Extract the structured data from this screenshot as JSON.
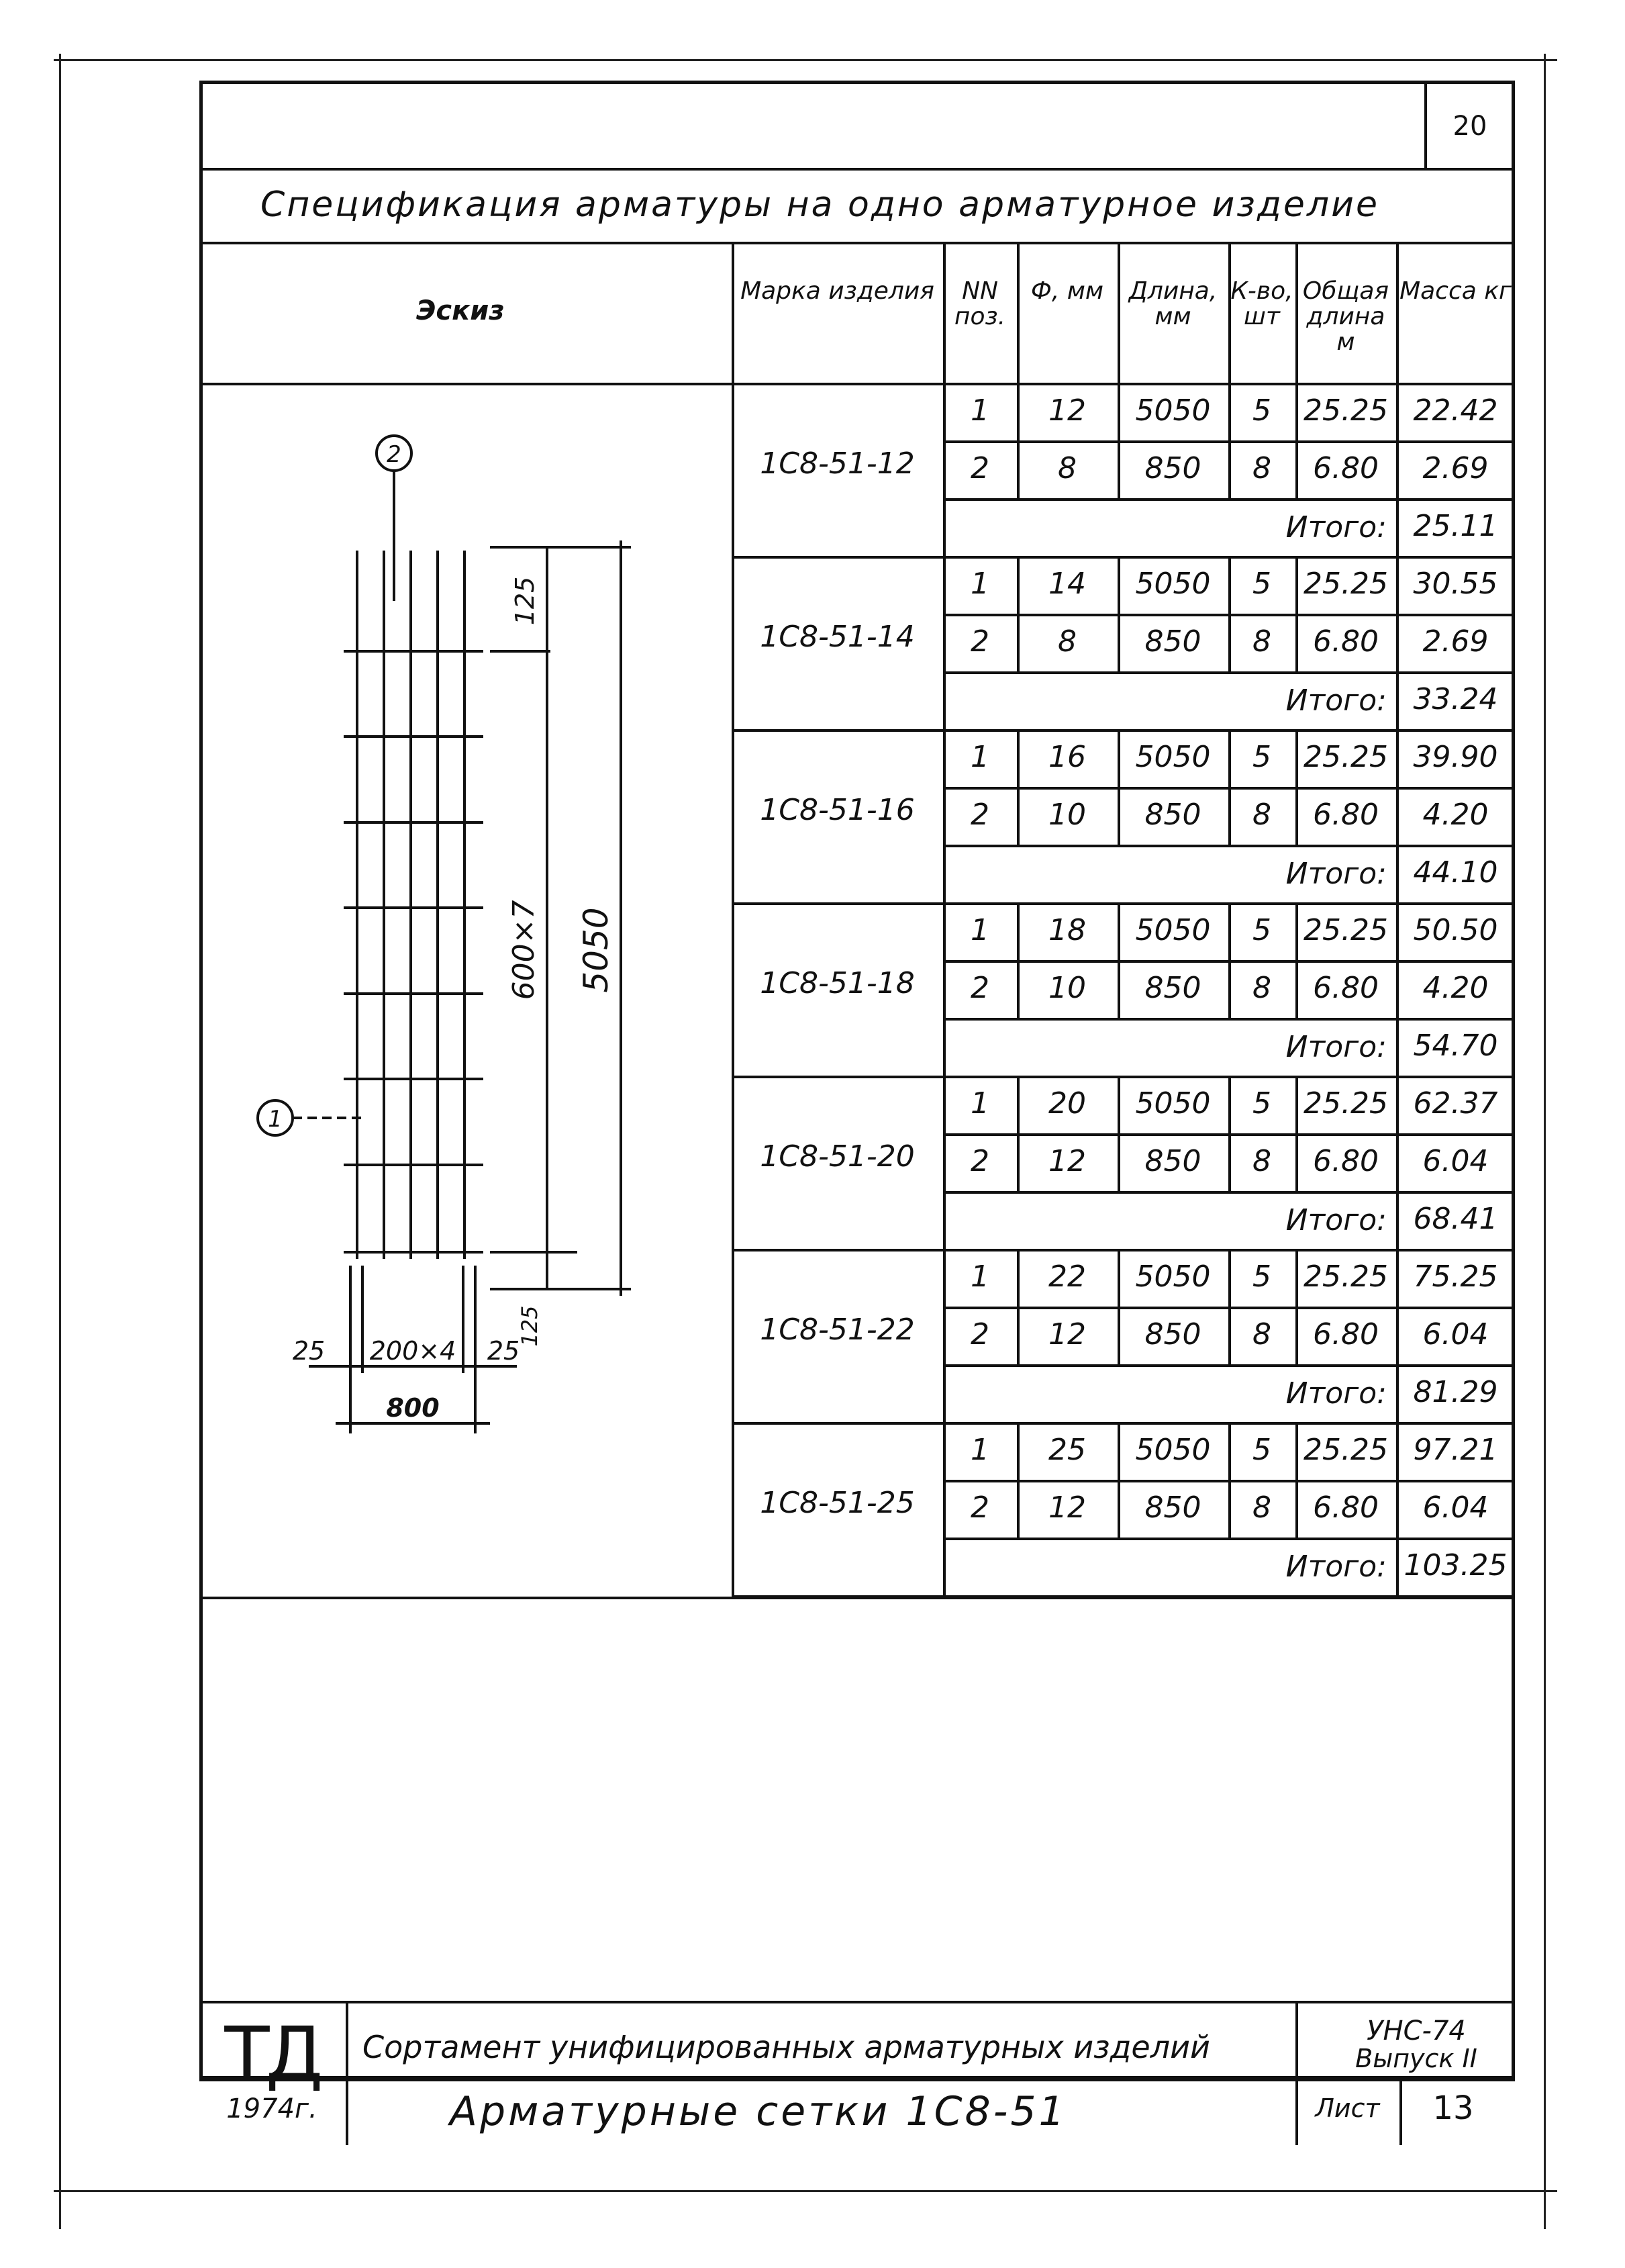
{
  "page": {
    "sheet_number": "20",
    "title": "Спецификация арматуры на одно арматурное изделие"
  },
  "table": {
    "headers": {
      "sketch": "Эскиз",
      "mark": "Марка изделия",
      "pos": "NN поз.",
      "dia": "Ф, мм",
      "length": "Длина, мм",
      "qty": "К-во, шт",
      "total_length": "Общая длина м",
      "mass": "Масса кг"
    },
    "groups": [
      {
        "mark": "1С8-51-12",
        "rows": [
          [
            "1",
            "12",
            "5050",
            "5",
            "25.25",
            "22.42"
          ],
          [
            "2",
            "8",
            "850",
            "8",
            "6.80",
            "2.69"
          ]
        ],
        "total_label": "Итого:",
        "total": "25.11"
      },
      {
        "mark": "1С8-51-14",
        "rows": [
          [
            "1",
            "14",
            "5050",
            "5",
            "25.25",
            "30.55"
          ],
          [
            "2",
            "8",
            "850",
            "8",
            "6.80",
            "2.69"
          ]
        ],
        "total_label": "Итого:",
        "total": "33.24"
      },
      {
        "mark": "1С8-51-16",
        "rows": [
          [
            "1",
            "16",
            "5050",
            "5",
            "25.25",
            "39.90"
          ],
          [
            "2",
            "10",
            "850",
            "8",
            "6.80",
            "4.20"
          ]
        ],
        "total_label": "Итого:",
        "total": "44.10"
      },
      {
        "mark": "1С8-51-18",
        "rows": [
          [
            "1",
            "18",
            "5050",
            "5",
            "25.25",
            "50.50"
          ],
          [
            "2",
            "10",
            "850",
            "8",
            "6.80",
            "4.20"
          ]
        ],
        "total_label": "Итого:",
        "total": "54.70"
      },
      {
        "mark": "1С8-51-20",
        "rows": [
          [
            "1",
            "20",
            "5050",
            "5",
            "25.25",
            "62.37"
          ],
          [
            "2",
            "12",
            "850",
            "8",
            "6.80",
            "6.04"
          ]
        ],
        "total_label": "Итого:",
        "total": "68.41"
      },
      {
        "mark": "1С8-51-22",
        "rows": [
          [
            "1",
            "22",
            "5050",
            "5",
            "25.25",
            "75.25"
          ],
          [
            "2",
            "12",
            "850",
            "8",
            "6.80",
            "6.04"
          ]
        ],
        "total_label": "Итого:",
        "total": "81.29"
      },
      {
        "mark": "1С8-51-25",
        "rows": [
          [
            "1",
            "25",
            "5050",
            "5",
            "25.25",
            "97.21"
          ],
          [
            "2",
            "12",
            "850",
            "8",
            "6.80",
            "6.04"
          ]
        ],
        "total_label": "Итого:",
        "total": "103.25"
      }
    ]
  },
  "sketch": {
    "pos_top": "2",
    "pos_left": "1",
    "dim_top": "125",
    "dim_mid": "600×7",
    "dim_total": "5050",
    "dim_bottom": "125",
    "dim_left": "25",
    "dim_center": "200×4",
    "dim_right": "25",
    "dim_width": "800"
  },
  "title_block": {
    "logo": "ТД",
    "year": "1974г.",
    "line1": "Сортамент унифицированных арматурных изделий",
    "line2": "Арматурные сетки 1С8-51",
    "code1": "УНС-74",
    "code2": "Выпуск II",
    "sheet_label": "Лист",
    "sheet": "13"
  }
}
